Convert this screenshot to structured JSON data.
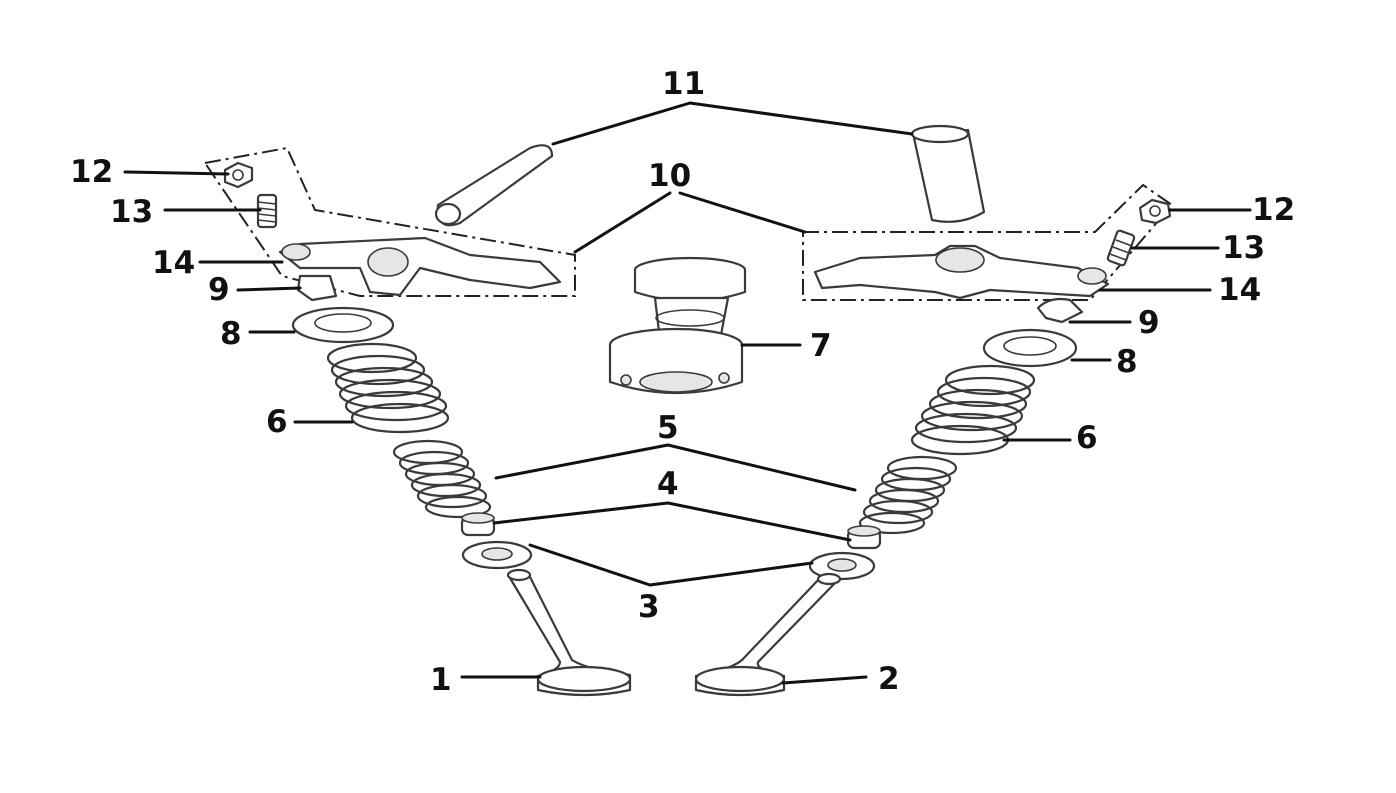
{
  "diagram": {
    "callouts": {
      "c1": "1",
      "c2": "2",
      "c3": "3",
      "c4": "4",
      "c5": "5",
      "c6l": "6",
      "c6r": "6",
      "c7": "7",
      "c8l": "8",
      "c8r": "8",
      "c9l": "9",
      "c9r": "9",
      "c10": "10",
      "c11": "11",
      "c12l": "12",
      "c12r": "12",
      "c13l": "13",
      "c13r": "13",
      "c14l": "14",
      "c14r": "14"
    },
    "parts": [
      "intake-valve",
      "exhaust-valve",
      "valve-spring-seat",
      "valve-stem-seal",
      "inner-valve-spring",
      "outer-valve-spring",
      "camshaft",
      "valve-spring-retainer",
      "valve-cotter",
      "rocker-arm",
      "rocker-arm-shaft",
      "adjusting-nut",
      "adjusting-screw",
      "rocker-pad"
    ],
    "line_color": "#111111",
    "background": "#ffffff"
  }
}
